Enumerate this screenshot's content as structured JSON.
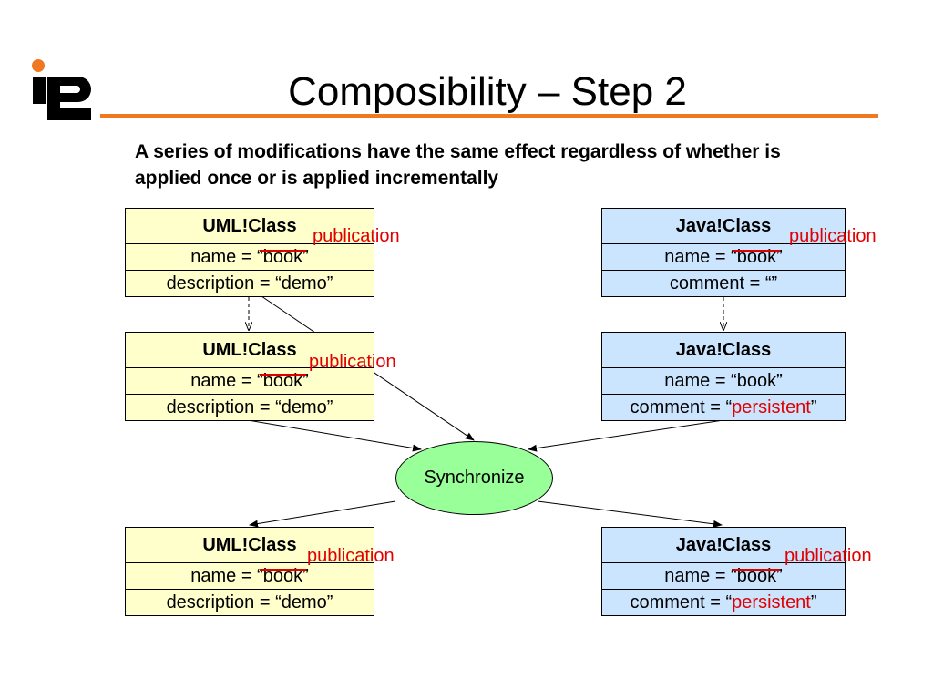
{
  "title": "Composibility – Step 2",
  "subtitle": "A series of modifications have the same effect regardless of whether is applied once or is applied incrementally",
  "sync_label": "Synchronize",
  "uml_header": "UML!Class",
  "java_header": "Java!Class",
  "name_prefix": "name = “",
  "name_value": "book",
  "name_suffix": "”",
  "description_row": "description = “demo”",
  "comment_empty_row": "comment = “”",
  "comment_prefix": "comment = “",
  "comment_value": "persistent",
  "comment_suffix": "”",
  "name_row_plain": "name = “book”",
  "publication": "publication",
  "colors": {
    "uml_fill": "#ffffcc",
    "java_fill": "#cce5ff",
    "sync_fill": "#99ff99",
    "accent": "#f07820",
    "edit": "#e00000"
  }
}
